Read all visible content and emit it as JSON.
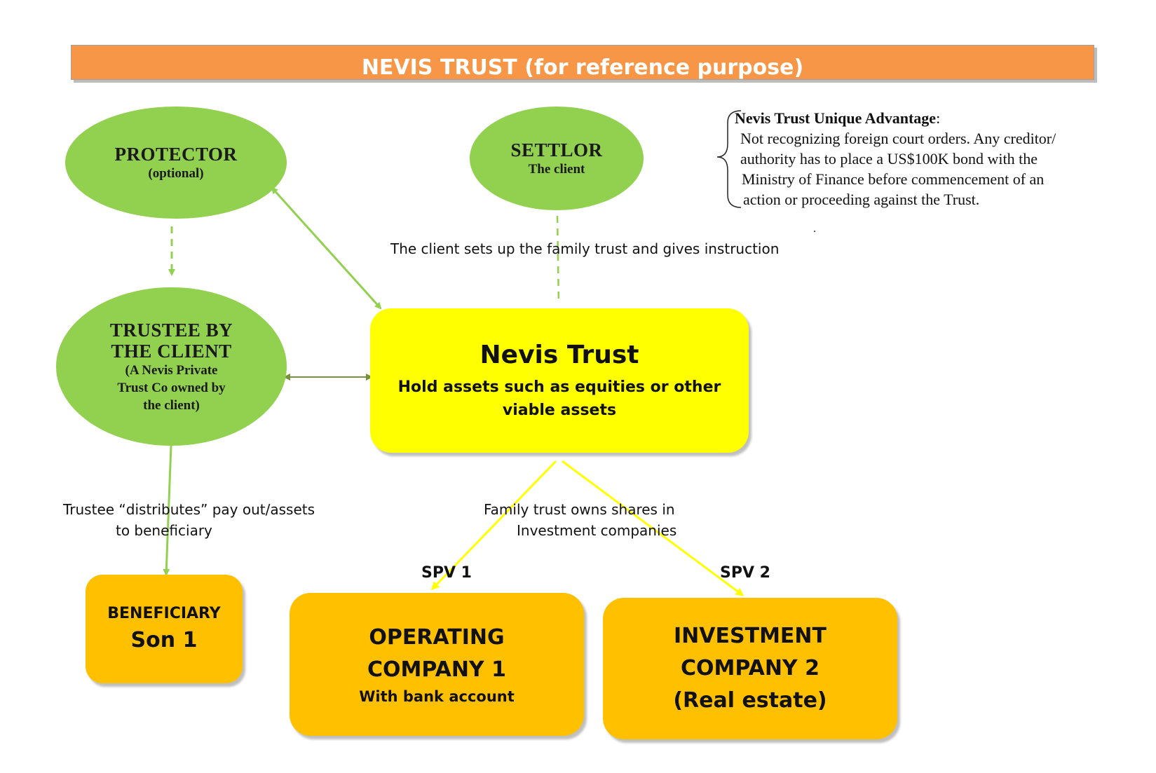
{
  "banner": {
    "title": "NEVIS TRUST (for reference purpose)"
  },
  "nodes": {
    "protector": {
      "title": "PROTECTOR",
      "subtitle": "(optional)"
    },
    "settlor": {
      "title": "SETTLOR",
      "subtitle": "The client"
    },
    "trustee": {
      "title_line1": "TRUSTEE BY",
      "title_line2": "THE CLIENT",
      "sub_line1": "(A Nevis Private",
      "sub_line2": "Trust Co owned by",
      "sub_line3": "the client)"
    },
    "nevis_trust": {
      "title": "Nevis Trust",
      "sub_line1": "Hold assets such as equities or other",
      "sub_line2": "viable assets"
    },
    "beneficiary": {
      "title": "BENEFICIARY",
      "subtitle": "Son 1"
    },
    "operating_company": {
      "line1": "OPERATING",
      "line2": "COMPANY 1",
      "sub": "With bank account"
    },
    "investment_company": {
      "line1": "INVESTMENT",
      "line2": "COMPANY 2",
      "line3": "(Real estate)"
    }
  },
  "labels": {
    "settlor_instruction": "The client sets up the family trust and gives instruction",
    "trustee_distribution_line1": "Trustee “distributes” pay out/assets",
    "trustee_distribution_line2": "to beneficiary",
    "family_trust_line1": "Family trust owns shares in",
    "family_trust_line2": "Investment companies",
    "spv1": "SPV 1",
    "spv2": "SPV 2"
  },
  "advantage_note": {
    "heading": "Nevis Trust Unique Advantage",
    "heading_suffix": ":",
    "lines": [
      "Not recognizing foreign court orders. Any creditor/",
      "authority has to place a US$100K bond with the",
      "Ministry of Finance before commencement of an",
      "action or proceeding against the Trust."
    ],
    "trailing_mark": "."
  },
  "colors": {
    "banner": "#f79646",
    "ellipse": "#92d050",
    "trust_box": "#ffff00",
    "company_box": "#ffc000",
    "green_arrow": "#92d050",
    "dark_arrow": "#76923c",
    "yellow_arrow": "#ffff00"
  }
}
